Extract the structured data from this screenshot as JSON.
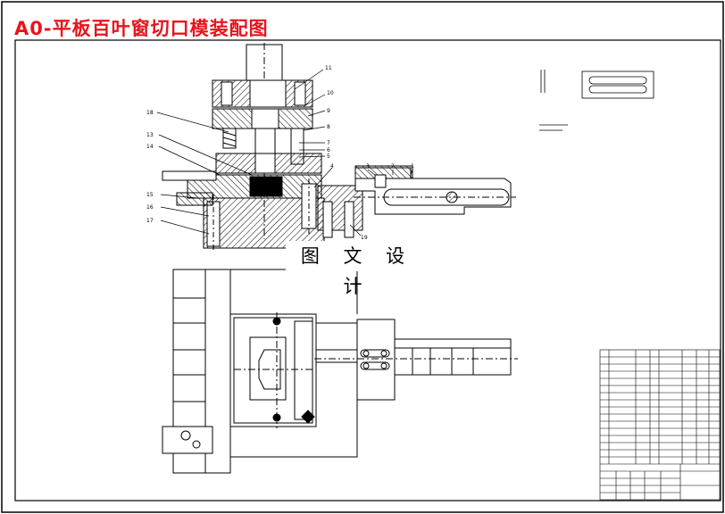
{
  "title": "A0-平板百叶窗切口模装配图",
  "watermark": "图 文 设 计",
  "part_labels": [
    "1",
    "2",
    "3",
    "4",
    "5",
    "6",
    "7",
    "8",
    "9",
    "10",
    "11",
    "12",
    "13",
    "14",
    "15",
    "16",
    "17",
    "18",
    "19"
  ],
  "colors": {
    "title": "#e8141b",
    "line": "#000000",
    "center_line": "#000000"
  }
}
